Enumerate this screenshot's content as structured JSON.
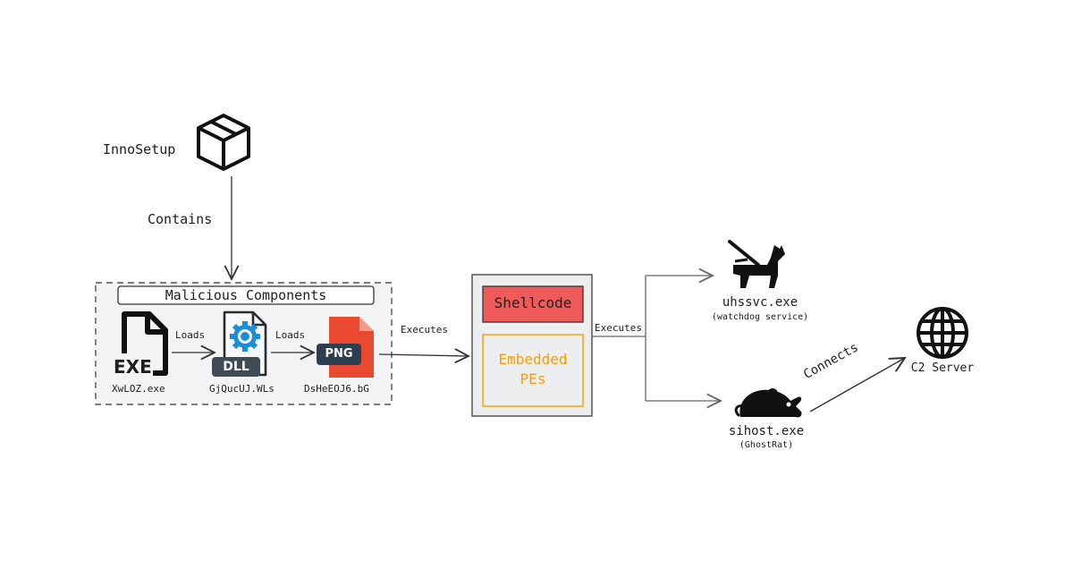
{
  "inno": {
    "label": "InnoSetup",
    "icon": "box-icon"
  },
  "contains_label": "Contains",
  "malicious": {
    "title": "Malicious Components",
    "exe": {
      "badge": "EXE",
      "name": "XwLOZ.exe",
      "icon": "exe-file-icon"
    },
    "dll": {
      "badge": "DLL",
      "name": "GjQucUJ.WLs",
      "icon": "dll-file-icon"
    },
    "png": {
      "badge": "PNG",
      "name": "DsHeEOJ6.bG",
      "icon": "png-file-icon"
    },
    "loads_1": "Loads",
    "loads_2": "Loads"
  },
  "executes_1": "Executes",
  "loader": {
    "shellcode": "Shellcode",
    "embedded_line1": "Embedded",
    "embedded_line2": "PEs"
  },
  "executes_2": "Executes",
  "watchdog": {
    "name": "uhssvc.exe",
    "sub": "(watchdog service)",
    "icon": "guide-dog-icon"
  },
  "ghostrat": {
    "name": "sihost.exe",
    "sub": "(GhostRat)",
    "icon": "rat-icon"
  },
  "connects_label": "Connects",
  "c2": {
    "name": "C2 Server",
    "icon": "globe-icon"
  },
  "colors": {
    "shellcode_fill": "#ef5b5b",
    "embedded_border": "#f59f00",
    "embedded_text": "#f59f00",
    "png_red": "#e8492f",
    "dll_badge": "#3f4b57",
    "png_badge": "#2d3e50",
    "gear_blue": "#1b8fd6"
  }
}
